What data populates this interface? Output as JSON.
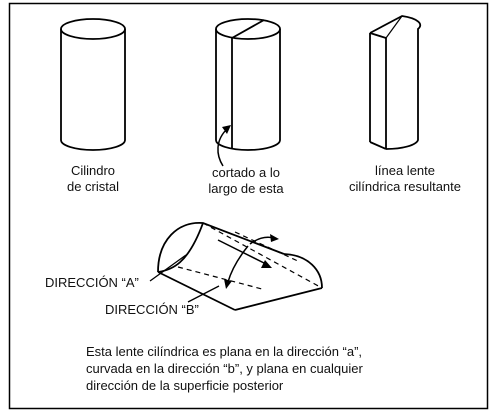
{
  "figure": {
    "cylinder_label": [
      "Cilindro",
      "de cristal"
    ],
    "cut_label": [
      "cortado a lo",
      "largo de esta"
    ],
    "result_label": [
      "línea lente",
      "cilíndrica resultante"
    ],
    "direction_a": "DIRECCIÓN “A”",
    "direction_b": "DIRECCIÓN “B”",
    "caption": [
      "Esta lente cilíndrica es plana en la dirección “a”,",
      "curvada en la dirección “b”, y plana en cualquier",
      "dirección de la superficie posterior"
    ]
  }
}
